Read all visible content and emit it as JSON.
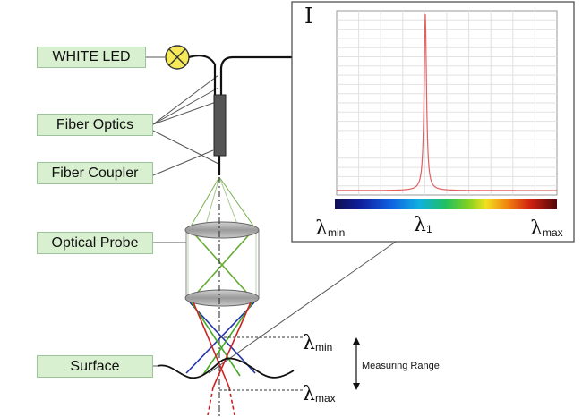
{
  "labels": {
    "white_led": "WHITE LED",
    "fiber_optics": "Fiber Optics",
    "fiber_coupler": "Fiber Coupler",
    "optical_probe": "Optical Probe",
    "surface": "Surface"
  },
  "spectrum": {
    "intensity_axis": "I",
    "lambda_min_symbol": "λ",
    "lambda_min_sub": "min",
    "lambda_1_symbol": "λ",
    "lambda_1_sub": "1",
    "lambda_max_symbol": "λ",
    "lambda_max_sub": "max"
  },
  "focus": {
    "lambda_min_symbol": "λ",
    "lambda_min_sub": "min",
    "lambda_max_symbol": "λ",
    "lambda_max_sub": "max",
    "measuring_range": "Measuring Range"
  },
  "colors": {
    "label_bg": "#d9f0d0",
    "label_border": "#9cc39a",
    "peak": "#e06060",
    "red_ray": "#cc2222",
    "green_ray": "#44aa22",
    "blue_ray": "#2233aa"
  },
  "icons": [
    "led-bulb-icon",
    "double-arrow-icon"
  ]
}
